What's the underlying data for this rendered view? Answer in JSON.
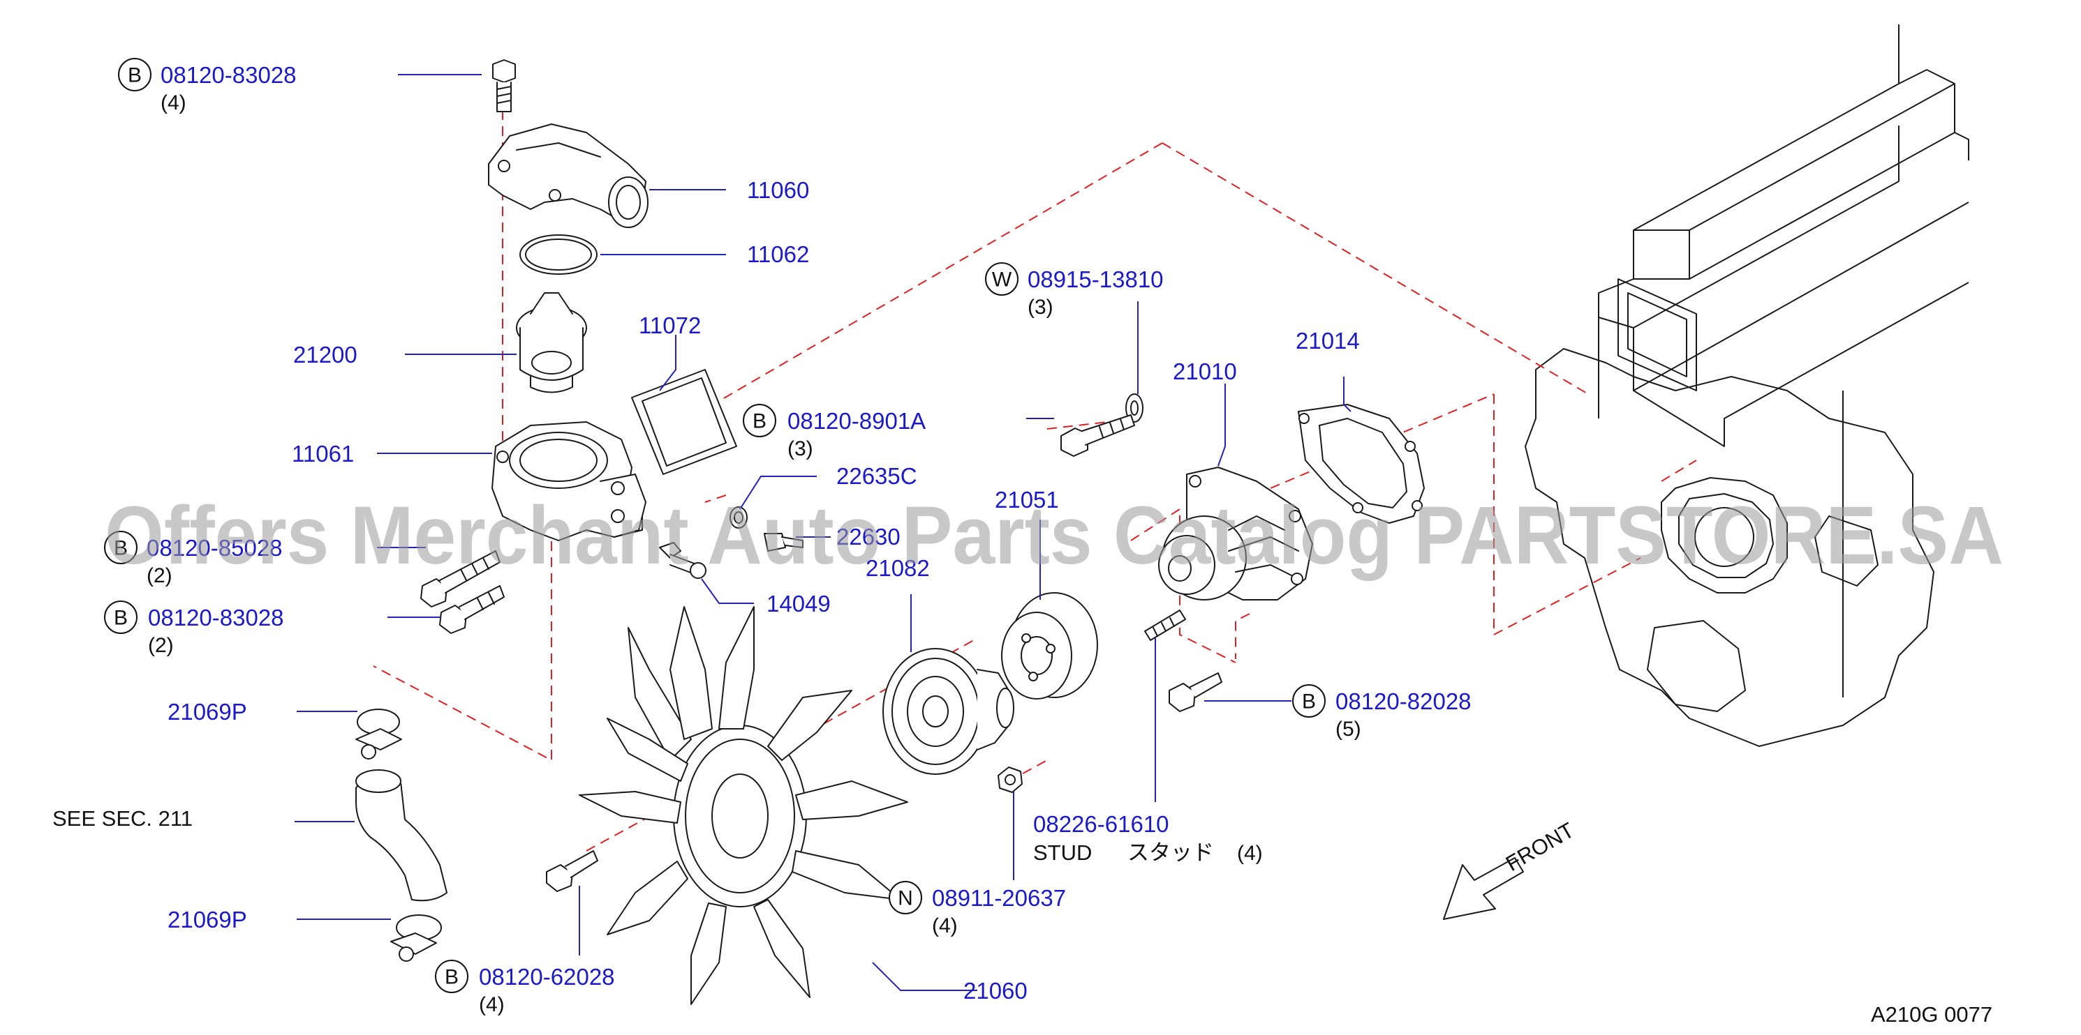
{
  "watermark": "Offers Merchant Auto Parts Catalog PARTSTORE.SA",
  "diagram_code": "A210G   0077",
  "front_label": "FRONT",
  "see_section": "SEE    SEC.    211",
  "callouts": {
    "bolt_top": {
      "prefix": "B",
      "part": "08120-83028",
      "qty": "(4)"
    },
    "outlet": {
      "part": "11060"
    },
    "gasket_ring": {
      "part": "11062"
    },
    "thermostat": {
      "part": "21200"
    },
    "gasket_11072": {
      "part": "11072"
    },
    "bolt_8901a": {
      "prefix": "B",
      "part": "08120-8901A",
      "qty": "(3)"
    },
    "housing": {
      "part": "11061"
    },
    "plug_22635c": {
      "part": "22635C"
    },
    "sensor_22630": {
      "part": "22630"
    },
    "bolt_85028": {
      "prefix": "B",
      "part": "08120-85028",
      "qty": "(2)"
    },
    "bolt_83028b": {
      "prefix": "B",
      "part": "08120-83028",
      "qty": "(2)"
    },
    "part_14049": {
      "part": "14049"
    },
    "washer": {
      "prefix": "W",
      "part": "08915-13810",
      "qty": "(3)"
    },
    "pump": {
      "part": "21010"
    },
    "pump_gasket": {
      "part": "21014"
    },
    "pulley": {
      "part": "21051"
    },
    "fan_coupling": {
      "part": "21082"
    },
    "clamp_upper": {
      "part": "21069P"
    },
    "clamp_lower": {
      "part": "21069P"
    },
    "bolt_82028": {
      "prefix": "B",
      "part": "08120-82028",
      "qty": "(5)"
    },
    "stud": {
      "part": "08226-61610",
      "desc": "STUD",
      "desc_jp": "スタッド",
      "qty": "(4)"
    },
    "nut": {
      "prefix": "N",
      "part": "08911-20637",
      "qty": "(4)"
    },
    "bolt_62028": {
      "prefix": "B",
      "part": "08120-62028",
      "qty": "(4)"
    },
    "fan": {
      "part": "21060"
    }
  }
}
